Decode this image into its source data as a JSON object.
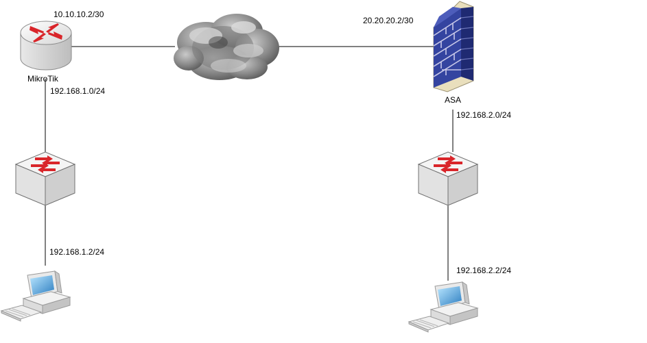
{
  "nodes": {
    "router": {
      "name": "MikroTik",
      "wan_ip": "10.10.10.2/30",
      "lan_net": "192.168.1.0/24"
    },
    "firewall": {
      "name": "ASA",
      "wan_ip": "20.20.20.2/30",
      "lan_net": "192.168.2.0/24"
    },
    "pc_left": {
      "ip": "192.168.1.2/24"
    },
    "pc_right": {
      "ip": "192.168.2.2/24"
    }
  },
  "icons": [
    "router-icon",
    "cloud-icon",
    "firewall-icon",
    "switch-icon",
    "computer-icon"
  ]
}
